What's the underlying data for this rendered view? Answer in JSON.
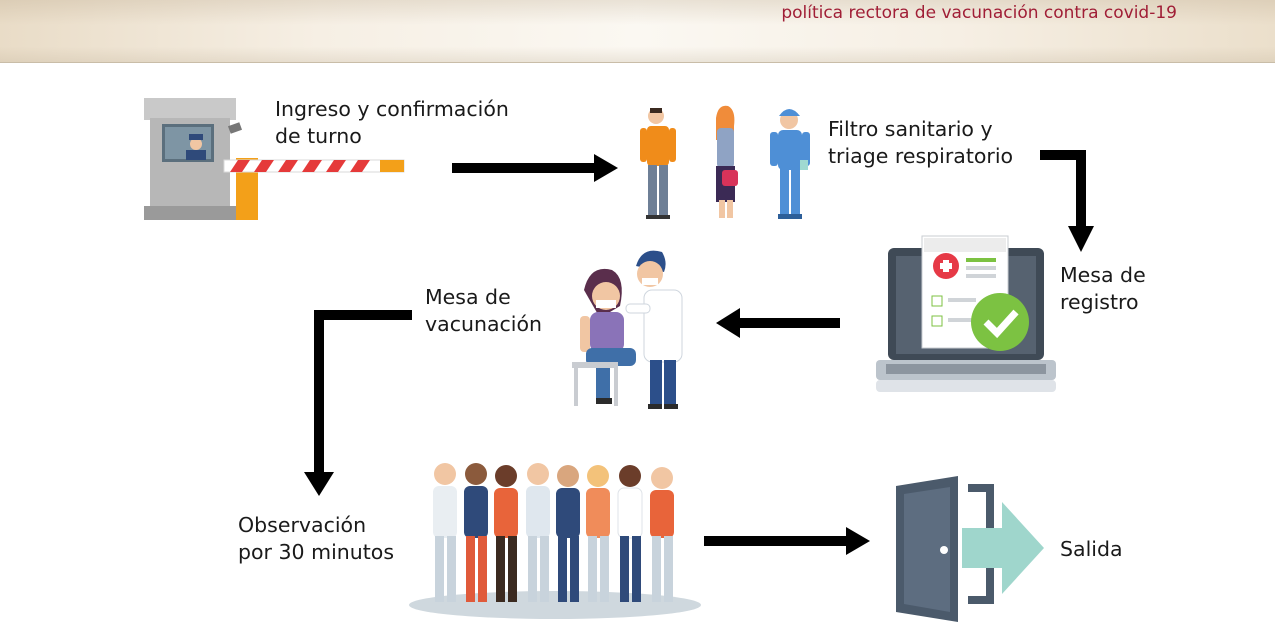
{
  "header": {
    "title": "política rectora de vacunación contra covid-19"
  },
  "colors": {
    "title": "#a01e36",
    "arrow": "#000000",
    "skin": "#f1c6a3"
  },
  "icons": [
    "guard-booth-icon",
    "screening-people-icon",
    "laptop-registration-icon",
    "vaccination-icon",
    "crowd-observation-icon",
    "exit-door-icon"
  ],
  "steps": [
    {
      "line1": "Ingreso y confirmación",
      "line2": "de turno"
    },
    {
      "line1": "Filtro sanitario y",
      "line2": "triage respiratorio"
    },
    {
      "line1": "Mesa de",
      "line2": "registro"
    },
    {
      "line1": "Mesa de",
      "line2": "vacunación"
    },
    {
      "line1": "Observación",
      "line2": "por 30 minutos"
    },
    {
      "line1": "Salida",
      "line2": ""
    }
  ]
}
